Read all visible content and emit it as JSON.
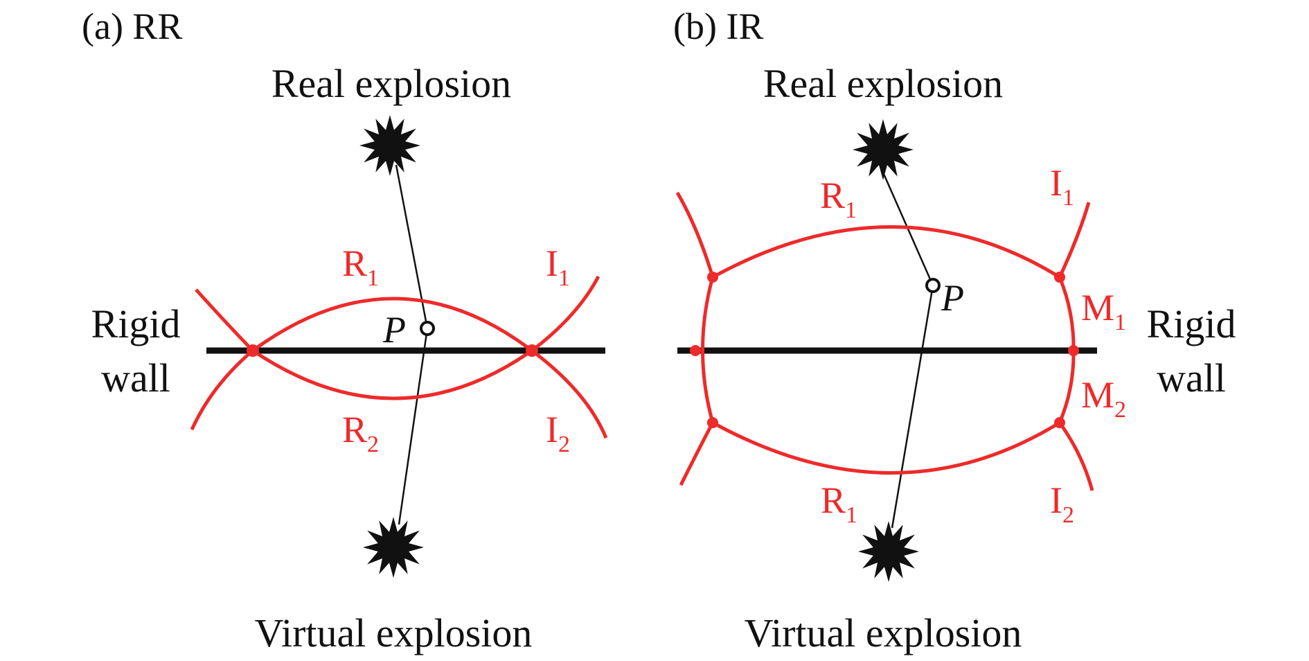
{
  "colors": {
    "ink": "#111111",
    "shock": "#ee2a2a",
    "background": "#ffffff"
  },
  "panel_a": {
    "title": "(a) RR",
    "real_label": "Real explosion",
    "virtual_label": "Virtual explosion",
    "wall_label_line1": "Rigid",
    "wall_label_line2": "wall",
    "point_label": "P",
    "r1": {
      "letter": "R",
      "sub": "1"
    },
    "r2": {
      "letter": "R",
      "sub": "2"
    },
    "i1": {
      "letter": "I",
      "sub": "1"
    },
    "i2": {
      "letter": "I",
      "sub": "2"
    }
  },
  "panel_b": {
    "title": "(b) IR",
    "real_label": "Real explosion",
    "virtual_label": "Virtual explosion",
    "wall_label_line1": "Rigid",
    "wall_label_line2": "wall",
    "point_label": "P",
    "r1_top": {
      "letter": "R",
      "sub": "1"
    },
    "r1_bottom": {
      "letter": "R",
      "sub": "1"
    },
    "i1": {
      "letter": "I",
      "sub": "1"
    },
    "i2": {
      "letter": "I",
      "sub": "2"
    },
    "m1": {
      "letter": "M",
      "sub": "1"
    },
    "m2": {
      "letter": "M",
      "sub": "2"
    }
  }
}
